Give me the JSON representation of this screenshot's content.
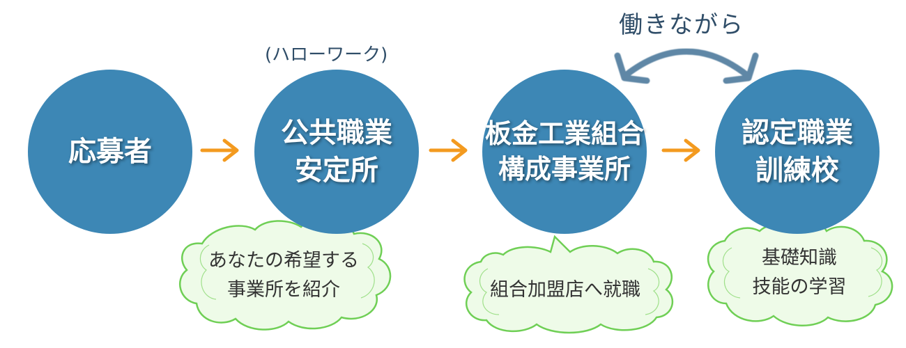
{
  "steps": [
    {
      "lines": [
        "応募者"
      ]
    },
    {
      "lines": [
        "公共職業",
        "安定所"
      ],
      "note": "(ハローワーク)"
    },
    {
      "lines": [
        "板金工業組合",
        "構成事業所"
      ]
    },
    {
      "lines": [
        "認定職業",
        "訓練校"
      ]
    }
  ],
  "working_label": "働きながら",
  "bubbles": [
    {
      "lines": [
        "あなたの希望する",
        "事業所を紹介"
      ]
    },
    {
      "lines": [
        "組合加盟店へ就職"
      ]
    },
    {
      "lines": [
        "基礎知識",
        "技能の学習"
      ]
    }
  ],
  "colors": {
    "circle": "#3d87b5",
    "arrow": "#f39a1f",
    "bubble_fill": "#eefbe8",
    "bubble_stroke": "#6fcf55",
    "curved_arrow": "#5f87a6"
  }
}
